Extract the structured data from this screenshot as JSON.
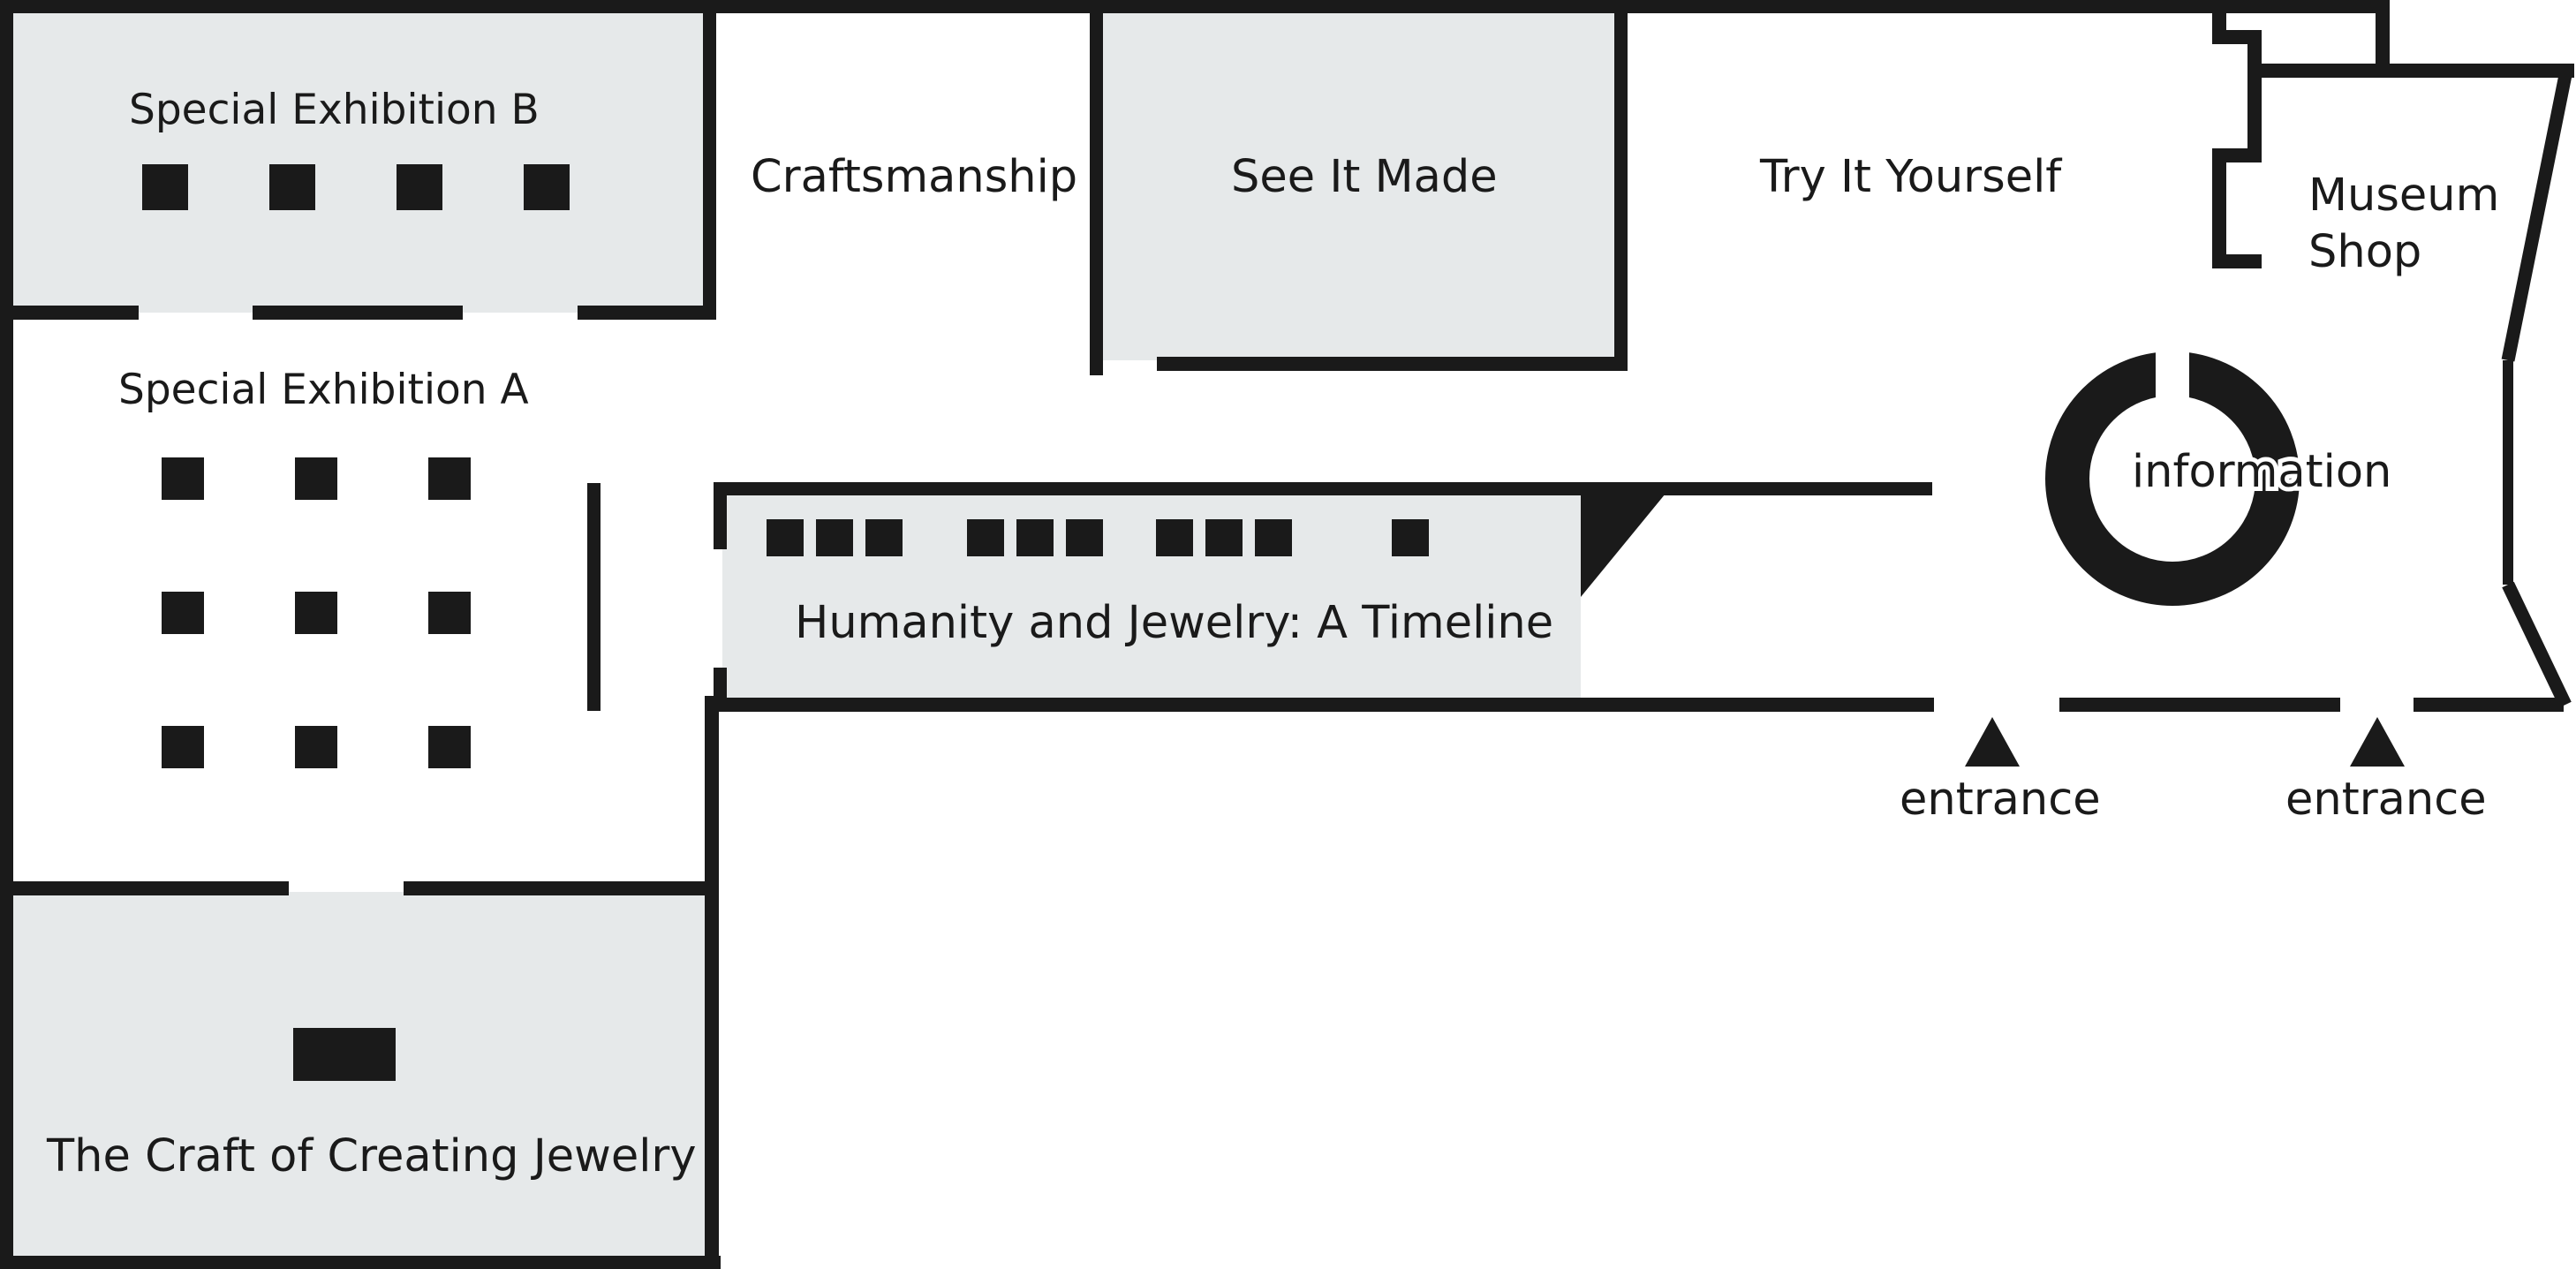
{
  "colors": {
    "wall": "#1a1a1a",
    "exhibit_room": "#e6e9ea",
    "open_floor": "#ffffff",
    "display_case": "#1a1a1a"
  },
  "rooms": {
    "special_exhibition_b": "Special Exhibition B",
    "craftsmanship": "Craftsmanship",
    "see_it_made": "See It Made",
    "try_it_yourself": "Try It Yourself",
    "museum_shop_line1": "Museum",
    "museum_shop_line2": "Shop",
    "special_exhibition_a": "Special Exhibition A",
    "timeline": "Humanity and Jewelry: A Timeline",
    "information": "information",
    "craft_of_creating": "The Craft of Creating Jewelry"
  },
  "entrances": {
    "left": "entrance",
    "right": "entrance"
  },
  "icons": {
    "display_case": "square-icon",
    "entrance_marker": "triangle-up-icon",
    "information_desk": "ring-icon"
  }
}
